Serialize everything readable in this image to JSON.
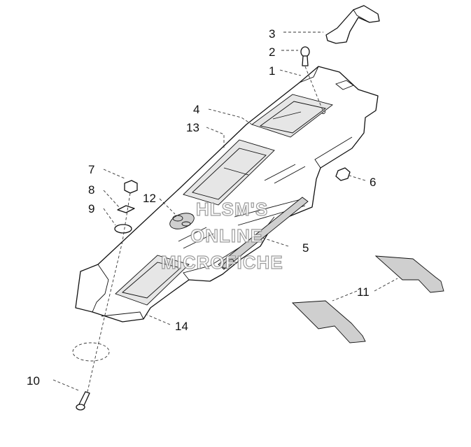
{
  "callouts": [
    {
      "id": "c1",
      "label": "1"
    },
    {
      "id": "c2",
      "label": "2"
    },
    {
      "id": "c3",
      "label": "3"
    },
    {
      "id": "c4",
      "label": "4"
    },
    {
      "id": "c5",
      "label": "5"
    },
    {
      "id": "c6",
      "label": "6"
    },
    {
      "id": "c7",
      "label": "7"
    },
    {
      "id": "c8",
      "label": "8"
    },
    {
      "id": "c9",
      "label": "9"
    },
    {
      "id": "c10",
      "label": "10"
    },
    {
      "id": "c11",
      "label": "11"
    },
    {
      "id": "c12",
      "label": "12"
    },
    {
      "id": "c13",
      "label": "13"
    },
    {
      "id": "c14",
      "label": "14"
    }
  ],
  "watermark": {
    "line1": "HLSM'S",
    "line2": "ONLINE",
    "line3": "MICROFICHE"
  }
}
